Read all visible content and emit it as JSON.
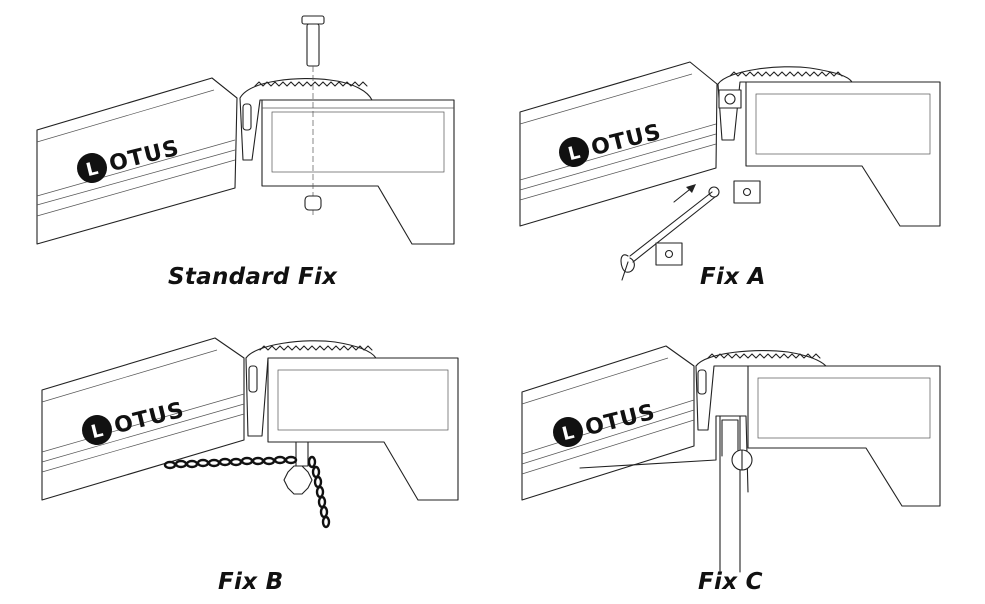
{
  "brand": {
    "logo_initial": "L",
    "logo_rest": "OTUS"
  },
  "panels": [
    {
      "caption": "Standard Fix"
    },
    {
      "caption": "Fix A"
    },
    {
      "caption": "Fix B"
    },
    {
      "caption": "Fix C"
    }
  ],
  "colors": {
    "line": "#222222",
    "background": "#ffffff",
    "logo": "#111111"
  }
}
